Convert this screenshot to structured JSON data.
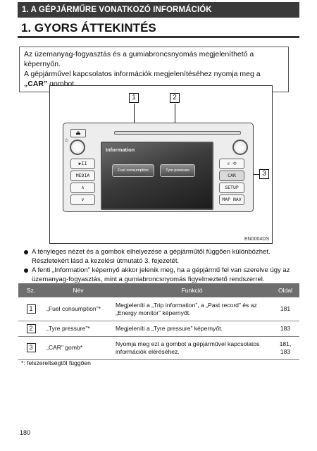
{
  "header": {
    "section": "1. A GÉPJÁRMŰRE VONATKOZÓ INFORMÁCIÓK",
    "title": "1. GYORS ÁTTEKINTÉS"
  },
  "intro": {
    "line1": "Az üzemanyag-fogyasztás és a gumiabroncsnyomás megjeleníthető a képernyőn.",
    "line2_pre": "A gépjárművel kapcsolatos információk megjelenítéséhez nyomja meg a ",
    "line2_bold": "„CAR”",
    "line2_post": " gombot."
  },
  "figure": {
    "code": "EN0004DS",
    "callouts": [
      "1",
      "2",
      "3"
    ],
    "screen_title": "Information",
    "screen_buttons": [
      "Fuel consumption",
      "Tyre pressure"
    ],
    "left_buttons": [
      "▶II",
      "MEDIA",
      "∧",
      "∨"
    ],
    "right_buttons": [
      "☏ ⟲",
      "CAR",
      "SETUP",
      "MAP NAV"
    ],
    "eject_symbol": "⏏",
    "power_symbol": "⏻"
  },
  "notes": [
    "A tényleges nézet és a gombok elhelyezése a gépjárműtől függően különbözhet. Részletekért lásd a kezelési útmutató 3. fejezetét.",
    "A fenti „Information” képernyő akkor jelenik meg, ha a gépjármű fel van szerelve úgy az üzemanyag-fogyasztás, mint a gumiabroncsnyomás figyelmeztető rendszerrel."
  ],
  "table": {
    "headers": [
      "Sz.",
      "Név",
      "Funkció",
      "Oldal"
    ],
    "rows": [
      {
        "num": "1",
        "name": "„Fuel consumption”*",
        "func": "Megjeleníti a „Trip information”, a „Past record” és az „Energy monitor” képernyőt.",
        "page": "181"
      },
      {
        "num": "2",
        "name": "„Tyre pressure”*",
        "func": "Megjeleníti a „Tyre pressure” képernyőt.",
        "page": "183"
      },
      {
        "num": "3",
        "name": "„CAR” gomb*",
        "func": "Nyomja meg ezt a gombot a gépjárművel kapcsolatos információk eléréséhez.",
        "page": "181, 183"
      }
    ]
  },
  "footnote": "*: felszereltségtől függően",
  "page_number": "180"
}
